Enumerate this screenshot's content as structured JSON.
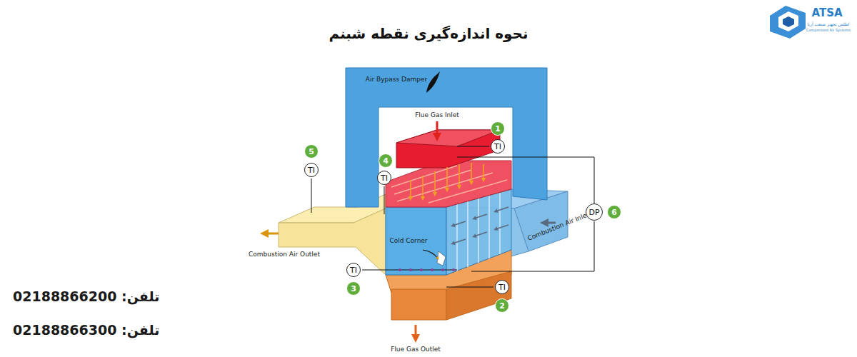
{
  "diagram": {
    "title": "نحوه اندازه‌گیری نقطه شبنم",
    "nodes": [
      {
        "text": [
          "1"
        ]
      },
      {
        "text": [
          "TI"
        ]
      },
      {
        "text": [
          "5"
        ]
      },
      {
        "text": [
          "4"
        ]
      },
      {
        "text": [
          "TI"
        ]
      },
      {
        "text": [
          "TI"
        ]
      },
      {
        "text": [
          "DP"
        ]
      },
      {
        "text": [
          "6"
        ]
      },
      {
        "text": [
          "TI"
        ]
      },
      {
        "text": [
          "TI"
        ]
      },
      {
        "text": [
          "3"
        ]
      },
      {
        "text": [
          "2"
        ]
      }
    ],
    "labels": [
      "Air Bypass Damper",
      "Flue Gas Inlet",
      "Combustion Air Outlet",
      "Cold Corner",
      "Combustion Air Inlet",
      "Flue Gas Outlet",
      "ATSA",
      "اطلس تجهیز صنعت آریا",
      "Compressed Air Systems",
      "تلفن: 02188866200",
      "تلفن: 02188866300"
    ]
  }
}
